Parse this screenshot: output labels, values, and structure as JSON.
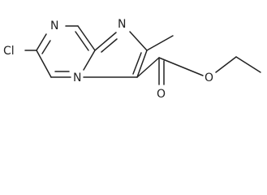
{
  "molecule": {
    "atoms": {
      "chlorine": "Cl",
      "pyrazine_nitrogen": "N",
      "imidazole_nitrogen": "N",
      "bridgehead_nitrogen": "N",
      "ester_carbonyl_oxygen": "O",
      "ester_ether_oxygen": "O"
    },
    "colors": {
      "bond": "#222222",
      "label": "#222222",
      "background": "#ffffff"
    }
  }
}
